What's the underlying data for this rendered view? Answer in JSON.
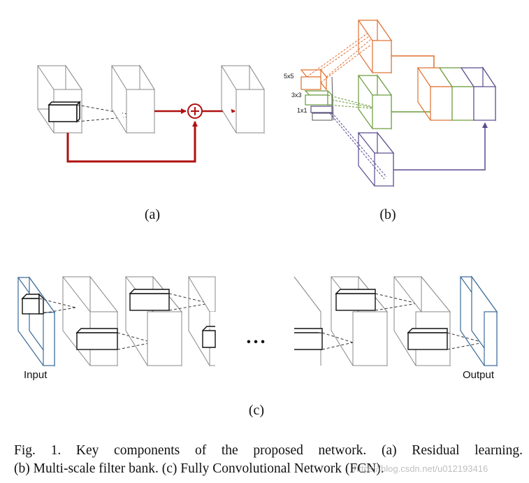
{
  "panels": {
    "a": {
      "label": "(a)"
    },
    "b": {
      "label": "(b)",
      "filters": {
        "f5": "5x5",
        "f3": "3x3",
        "f1": "1x1"
      }
    },
    "c": {
      "label": "(c)",
      "input_label": "Input",
      "output_label": "Output",
      "ellipsis": "• • •"
    }
  },
  "caption": {
    "line1": "Fig. 1.    Key components of the proposed network. (a) Residual learning.",
    "line2": "(b) Multi-scale filter bank. (c) Fully Convolutional Network (FCN)."
  },
  "watermark": "https://blog.csdn.net/u012193416",
  "colors": {
    "residual": "#b01010",
    "orange": "#e07030",
    "green": "#6a9a3a",
    "purple": "#5a4a90",
    "blue": "#3a6a9a",
    "gray": "#888888"
  }
}
